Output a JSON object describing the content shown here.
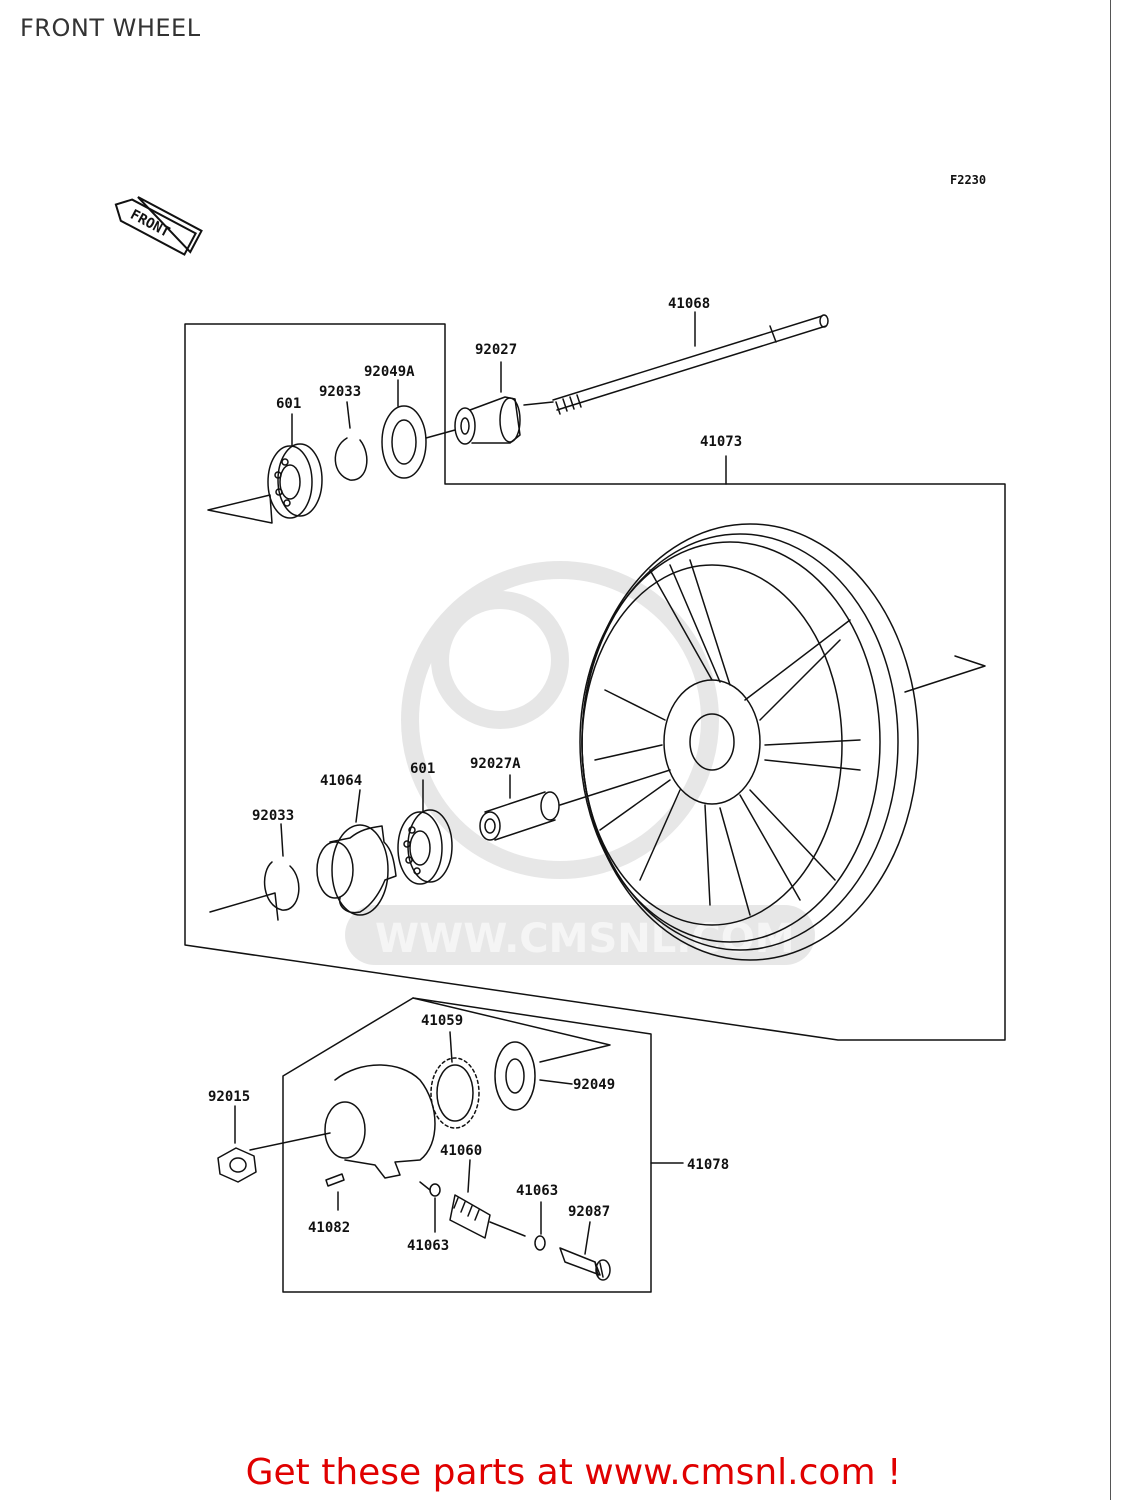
{
  "header": {
    "title": "FRONT WHEEL"
  },
  "diagram": {
    "figure_code": "F2230",
    "front_arrow_label": "FRONT",
    "watermark": "WWW.CMSNL.COM",
    "callouts": {
      "c41068": "41068",
      "c92027": "92027",
      "c92049A": "92049A",
      "c92033_top": "92033",
      "c601_top": "601",
      "c41073": "41073",
      "c41064": "41064",
      "c601_mid": "601",
      "c92027A": "92027A",
      "c92033_mid": "92033",
      "c41059": "41059",
      "c92049": "92049",
      "c92015": "92015",
      "c41060": "41060",
      "c41078": "41078",
      "c41063_right": "41063",
      "c92087": "92087",
      "c41082": "41082",
      "c41063_left": "41063"
    }
  },
  "footer": {
    "link_text": "Get these parts at www.cmsnl.com !",
    "color": "#e00000"
  }
}
